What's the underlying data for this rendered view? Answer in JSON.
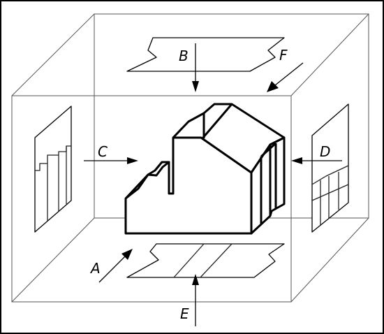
{
  "labels": {
    "a": "A",
    "b": "B",
    "c": "C",
    "d": "D",
    "e": "E",
    "f": "F"
  },
  "colors": {
    "lines": "#000000",
    "box_edges": "#555555",
    "background": "#ffffff"
  }
}
